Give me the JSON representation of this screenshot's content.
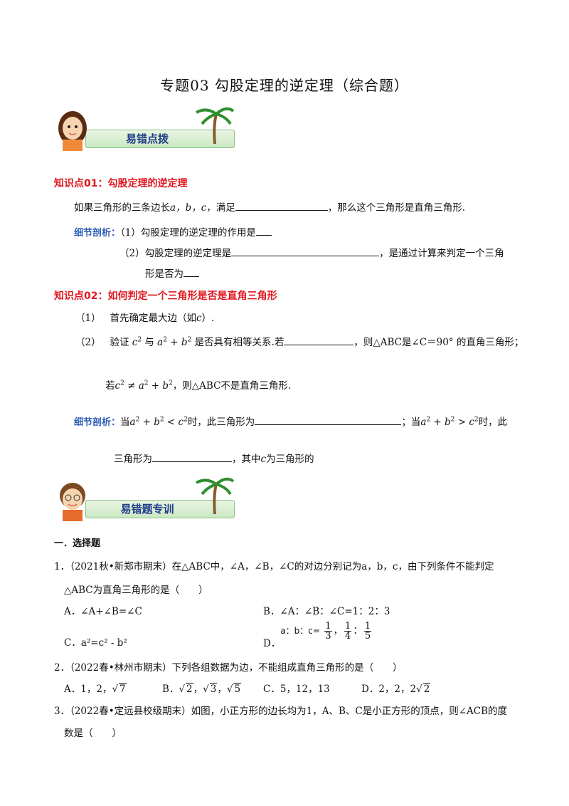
{
  "title": "专题03 勾股定理的逆定理（综合题）",
  "banner1": {
    "label": "易错点拨"
  },
  "banner2": {
    "label": "易错题专训"
  },
  "k1": {
    "heading": "知识点01：勾股定理的逆定理",
    "line1_a": "如果三角形的三条边长",
    "line1_vars": "a，b，c",
    "line1_b": "，满足",
    "line1_c": "，那么这个三角形是直角三角形.",
    "detail_label": "细节剖析：",
    "detail1": "（1）勾股定理的逆定理的作用是",
    "detail2_a": "（2）勾股定理的逆定理是",
    "detail2_b": "，是通过计算来判定一个三角",
    "detail2_c": "形是否为"
  },
  "k2": {
    "heading": "知识点02：如何判定一个三角形是否是直角三角形",
    "s1_num": "（1）",
    "s1_text": "首先确定最大边（如",
    "s1_var": "c",
    "s1_end": "）.",
    "s2_num": "（2）",
    "s2_a": "验证",
    "s2_b": "与",
    "s2_c": "是否具有相等关系.若",
    "s2_d": "，则△ABC是∠C＝90° 的直角三角形；",
    "s3_a": "若",
    "s3_b": "，则△ABC不是直角三角形.",
    "detail_label": "细节剖析：",
    "d_a": "当",
    "d_b": "时，此三角形为",
    "d_c": "；当",
    "d_d": "时，此",
    "d_e": "三角形为",
    "d_f": "，其中",
    "d_g": "为三角形的"
  },
  "section": "一．选择题",
  "q1": {
    "stem1": "1．（2021秋•新郑市期末）在△ABC中，∠A，∠B，∠C的对边分别记为a，b，c，由下列条件不能判定",
    "stem2": "△ABC为直角三角形的是（　　）",
    "A": "A．∠A+∠B=∠C",
    "B": "B．∠A：∠B：∠C=1：2：3",
    "C": "C．a²=c² - b²",
    "D_label": "D．",
    "D_text": "a：b：c=",
    "fracs": [
      [
        "1",
        "3"
      ],
      [
        "1",
        "4"
      ],
      [
        "1",
        "5"
      ]
    ]
  },
  "q2": {
    "stem": "2．（2022春•林州市期末）下列各组数据为边，不能组成直角三角形的是（　　）",
    "A": "A．1，2，",
    "A_root": "7",
    "B": "B．",
    "B_roots": [
      "2",
      "3",
      "5"
    ],
    "C": "C．5，12，13",
    "D": "D．2，2，2",
    "D_root": "2"
  },
  "q3": {
    "stem1": "3．（2022春•定远县校级期末）如图，小正方形的边长均为1，A、B、C是小正方形的顶点，则∠ACB的度",
    "stem2": "数是（　　）"
  },
  "colors": {
    "heading_red": "#e0161e",
    "detail_blue": "#2d5fb8",
    "banner_text": "#1f3d8a",
    "banner_bg": "#d6eed0"
  }
}
